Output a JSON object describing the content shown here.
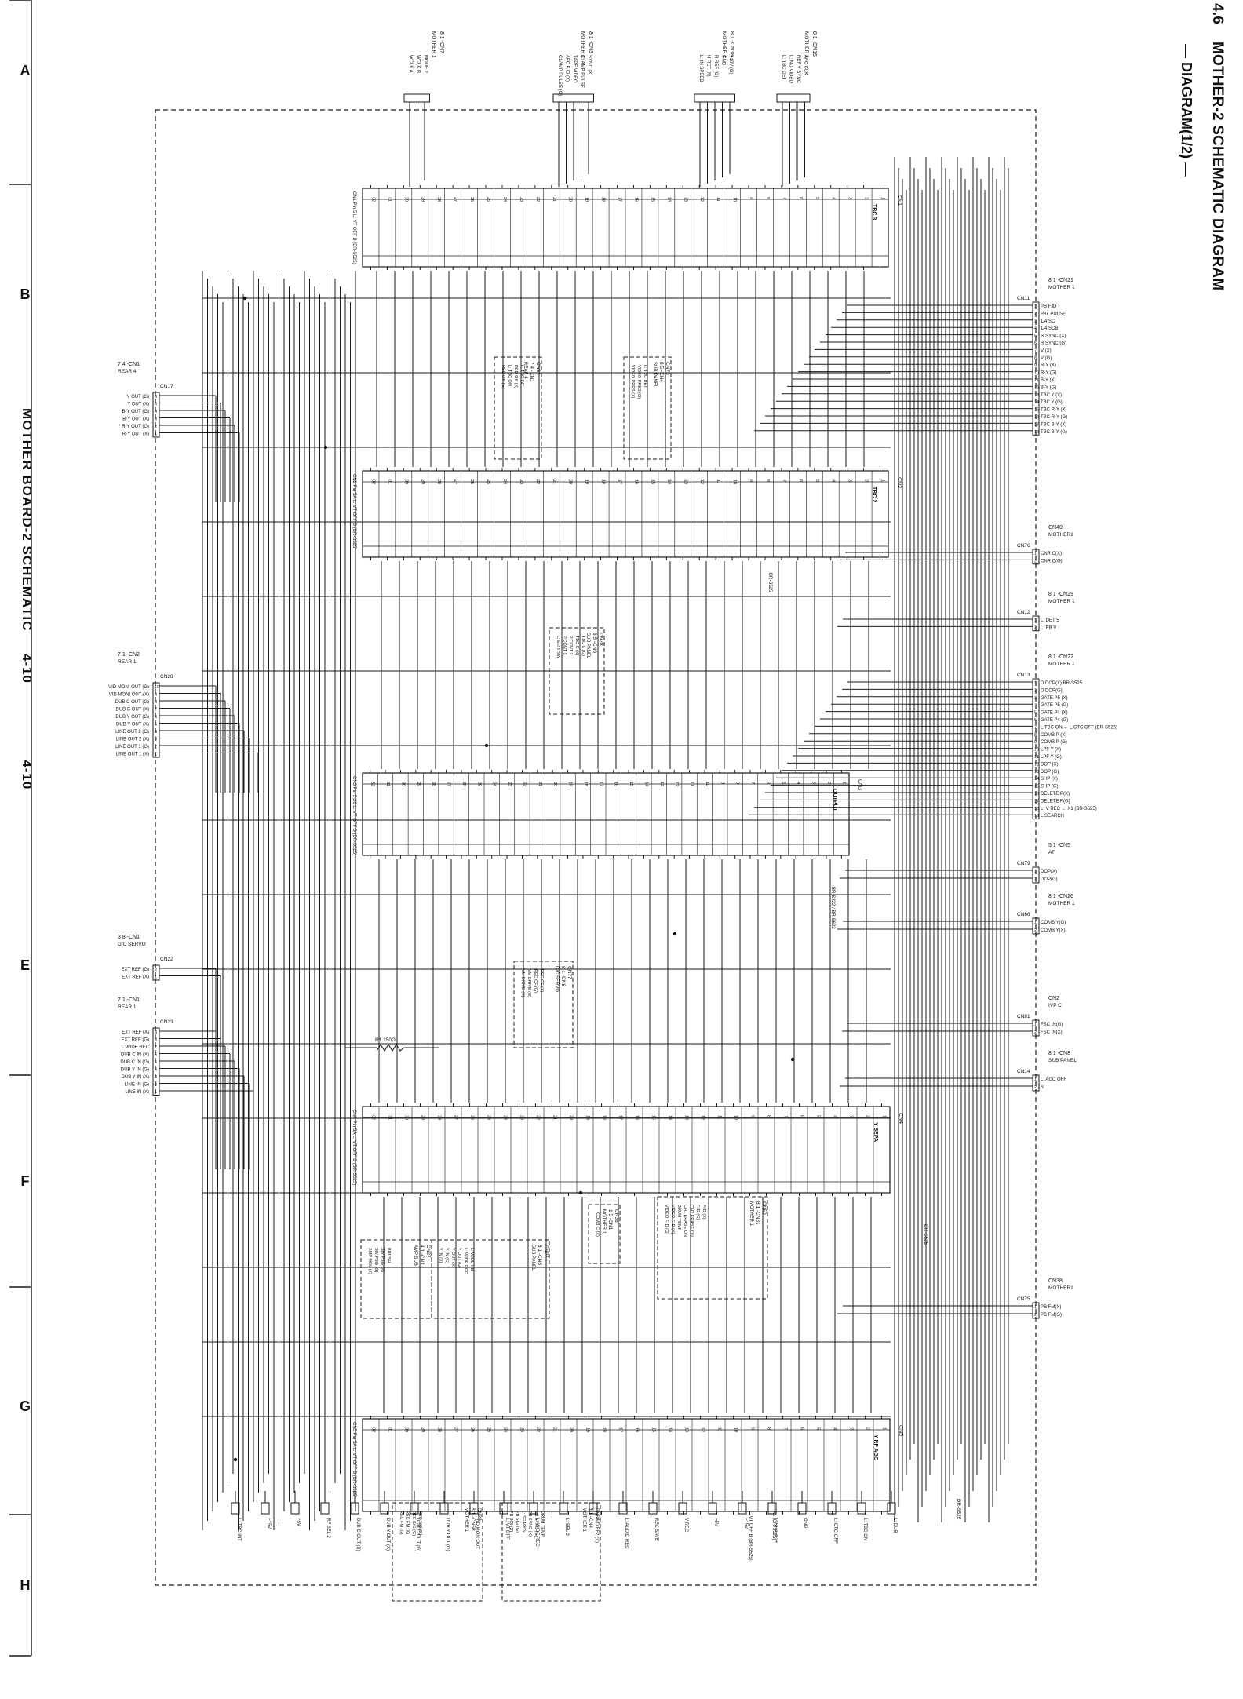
{
  "title": {
    "number": "4.6",
    "main": "MOTHER-2 SCHEMATIC DIAGRAM",
    "sub": "— DIAGRAM(1/2) —"
  },
  "footer": {
    "board": "MOTHER BOARD-2 SCHEMATIC",
    "page_a": "4-10",
    "page_b": "4-10"
  },
  "sections": [
    "A",
    "B",
    "E",
    "F",
    "G",
    "H"
  ],
  "left_connectors": [
    {
      "ref": "7 4 -CN1",
      "from": "REAR 4",
      "cn": "CN17",
      "pins": [
        "Y OUT (G)",
        "Y OUT (X)",
        "B-Y OUT (G)",
        "B-Y OUT (X)",
        "R-Y OUT (G)",
        "R-Y OUT (X)"
      ]
    },
    {
      "ref": "7 1 -CN2",
      "from": "REAR 1",
      "cn": "CN28",
      "pins": [
        "VID MONI OUT (G)",
        "VID MONI OUT (X)",
        "DUB C OUT (G)",
        "DUB C OUT (X)",
        "DUB Y OUT (G)",
        "DUB Y OUT (X)",
        "LINE OUT 2 (G)",
        "LINE OUT 2 (X)",
        "LINE OUT 1 (G)",
        "LINE OUT 1 (X)"
      ]
    },
    {
      "ref": "3 8 -CN1",
      "from": "D/C SERVO",
      "cn": "CN22",
      "pins": [
        "EXT REF (G)",
        "EXT REF (X)"
      ]
    },
    {
      "ref": "7 1 -CN1",
      "from": "REAR 1",
      "cn": "CN23",
      "pins": [
        "EXT REF (X)",
        "EXT REF (G)",
        "L:WIDE REC",
        "DUB C IN (X)",
        "DUB C IN (G)",
        "DUB Y IN (G)",
        "DUB Y IN (X)",
        "LINE IN (G)",
        "LINE IN (X)"
      ]
    }
  ],
  "right_connectors": [
    {
      "ref": "8 1 -CN21",
      "to": "MOTHER 1",
      "cn": "CN11",
      "pins": [
        "PB F.ID",
        "PAL PULSE",
        "1/4 SC",
        "1/4 SCB",
        "R SYNC (X)",
        "R SYNC (G)",
        "V (X)",
        "V (G)",
        "R-Y (X)",
        "R-Y (G)",
        "B-Y (X)",
        "B-Y (G)",
        "TBC Y (X)",
        "TBC Y (G)",
        "TBC R-Y (X)",
        "TBC R-Y (G)",
        "TBC B-Y (X)",
        "TBC B-Y (G)"
      ]
    },
    {
      "ref": "CN40",
      "to": "MOTHER1",
      "cn": "CN76",
      "pins": [
        "CNR C(X)",
        "CNR C(G)"
      ]
    },
    {
      "ref": "8 1 -CN29",
      "to": "MOTHER 1",
      "cn": "CN12",
      "pins": [
        "L: DET 5",
        "L: PB V"
      ]
    },
    {
      "ref": "8 1 -CN22",
      "to": "MOTHER 1",
      "cn": "CN13",
      "pins": [
        "D DOP(X) BR-S525",
        "D DOP(G)",
        "GATE P5 (X)",
        "GATE P5 (G)",
        "GATE P4 (X)",
        "GATE P4 (G)",
        "L:TBC ON ← L:CTC OFF (BR-S525)",
        "COMB P (X)",
        "COMB P (G)",
        "LPF Y (X)",
        "LPF Y (G)",
        "DOP (X)",
        "DOP (G)",
        "SHP (X)",
        "SHP (G)",
        "DELETE P(X)",
        "DELETE P(G)",
        "L: V REC ← X1 (BR-S525)",
        "L:SEARCH"
      ]
    },
    {
      "ref": "5 1 -CN5",
      "to": "AT",
      "cn": "CN79",
      "pins": [
        "DOP(X)",
        "DOP(G)"
      ]
    },
    {
      "ref": "8 1 -CN26",
      "to": "MOTHER 1",
      "cn": "CN66",
      "pins": [
        "COMB Y(G)",
        "COMB Y(X)"
      ]
    },
    {
      "ref": "CN2",
      "to": "IVP C",
      "cn": "CN81",
      "pins": [
        "FSC IN(G)",
        "FSC IN(X)"
      ]
    },
    {
      "ref": "8 1 -CN8",
      "to": "SUB PANEL",
      "cn": "CN14",
      "pins": [
        "L: AGC OFF",
        "S"
      ]
    },
    {
      "ref": "CN38",
      "to": "MOTHER1",
      "cn": "CN75",
      "pins": [
        "PB FM(X)",
        "PB FM(G)"
      ]
    }
  ],
  "top_connectors": [
    {
      "ref": "8 1 -CN7",
      "to": "MOTHER 1",
      "pins": [
        "WCLK A",
        "WCLK B",
        "MODE 2"
      ]
    },
    {
      "ref": "8 1 -CN3",
      "to": "MOTHER 1",
      "pins": [
        "CLAMP PULSE (G)",
        "AFC F.ID (X)",
        "TAPE VIDEO",
        "CLAMP PULSE",
        "SYNC (X)"
      ]
    },
    {
      "ref": "8 1 -CN18",
      "to": "MOTHER 1",
      "pins": [
        "L: IN SPEED",
        "H REF (X)",
        "R REF (G)",
        "GND",
        "+10V (G)"
      ]
    },
    {
      "ref": "8 1 -CN15",
      "to": "MOTHER 1",
      "pins": [
        "L: TBC DET",
        "L: NO VIDEO",
        "REF V SYNC",
        "AFC CLK"
      ]
    }
  ],
  "ic_blocks": [
    {
      "cn": "CN1",
      "name": "TBC 3",
      "note": "CN1 Pin 5 L: VT OFF B (BR-S525)"
    },
    {
      "cn": "CN2",
      "name": "TBC 2",
      "note": "CN2 Pin 5A L: VT OFF B (BR-S525)"
    },
    {
      "cn": "CN3",
      "name": "OUTPUT",
      "note": "CN3 Pin 5,28 L: VT OFF B (BR-S525)"
    },
    {
      "cn": "CN4",
      "name": "Y SEPA",
      "note": "CN4 Pin 5A L: VT OFF B (BR-S525)"
    },
    {
      "cn": "CN5",
      "name": "Y RF AGC",
      "note": "CN5 Pin 5A L: VT OFF B (BR-S525)"
    }
  ],
  "sub_boxes": [
    {
      "cn": "CN34",
      "ref": "7 4 -CN1",
      "from": "REAR 4",
      "pins": [
        "RED OK (G)",
        "L: TBC ON",
        "RED OK (X)",
        "L: TBC INT"
      ]
    },
    {
      "cn": "CN70",
      "ref": "8 5 -CN4",
      "from": "SUB PANEL",
      "pins": [
        "VIDEO PRES (X)",
        "VIDEO PRES (G)",
        "L: TBC DET"
      ]
    },
    {
      "cn": "CN78",
      "ref": "8 5 -CN6",
      "from": "SUB PANEL",
      "pins": [
        "L: EDIT SW",
        "P.CONT 1",
        "P.CONT 2",
        "TBC C (X)",
        "TBC C (G)"
      ]
    },
    {
      "cn": "CN77",
      "ref": "8 1 -CN8",
      "from": "D/C SERVO",
      "pins": [
        "VM DRIVE (X)",
        "VM DRIVE (G)",
        "REC CF (G)",
        "REC CF (X)"
      ]
    },
    {
      "cn": "CN36",
      "ref": "1 5 -CN1",
      "from": "MOTHER 1",
      "pins": [
        "COMB C (X)",
        "COMB C (G)"
      ]
    },
    {
      "cn": "CN50",
      "ref": "8 1 -CN31",
      "from": "MOTHER 1",
      "pins": [
        "VIDEO F.ID (G)",
        "VIDEO F.ID (X)",
        "DRUM TEMP",
        "CH1 ERASE ON",
        "CH2 ERASE ON",
        "F.ID (G)",
        "F.ID (X)"
      ]
    },
    {
      "cn": "CN37",
      "ref": "4 1 -CN1",
      "from": "AMP SUB",
      "pins": [
        "AMP MOL (X)",
        "SW PSG (G)",
        "SW PSG (X)",
        "BRUSH"
      ]
    },
    {
      "cn": "CN27",
      "ref": "8 1 -CN8",
      "from": "SUB PANEL",
      "pins": [
        "Y IN (X)",
        "Y IN (G)",
        "Y OUT (X)",
        "Y OUT (G)",
        "L: WIDE REC",
        "L: WIDE PB"
      ]
    },
    {
      "cn": "CN32",
      "ref": "8 1 -CN58",
      "from": "MOTHER 1",
      "pins": [
        "REC FM (G)",
        "REC FM (X)",
        "REC S/G (G)",
        "REC S/G (X)"
      ]
    },
    {
      "cn": "CN60",
      "ref": "8 1 -CN4",
      "from": "MOTHER 1",
      "pins": [
        "PB SIG (X)",
        "PB SIG (G)",
        "L: SEARCH",
        "PB SYNC (X)",
        "PB SYNC (G)",
        "DRUM TEMP"
      ]
    }
  ],
  "bottom_bus": [
    "L: TBC INT",
    "+15V",
    "+5V",
    "RF SEL 2",
    "DUB C OUT (X)",
    "DUB Y OUT (X)",
    "DUB C OUT (G)",
    "DUB Y OUT (G)",
    "VID MON OUT",
    "L: VT OFF",
    "L: WIDE REC",
    "L: SEL 2",
    "E/D FF2 (X)",
    "L: AUDIO REC",
    "REC SAVE",
    "V REC",
    "+5V",
    "+15V",
    "L: SEARCH",
    "GND",
    "L: CTC OFF",
    "L: TBC ON",
    "L: DUB"
  ],
  "annotations": {
    "r1": "R1 150Ω",
    "br_a": "BR-S525",
    "br_b": "BR-S822 / BR-S622",
    "x1_note": "X1 (BR-S525)",
    "vt_note": "L: VT OFF B (BR-S525)"
  }
}
